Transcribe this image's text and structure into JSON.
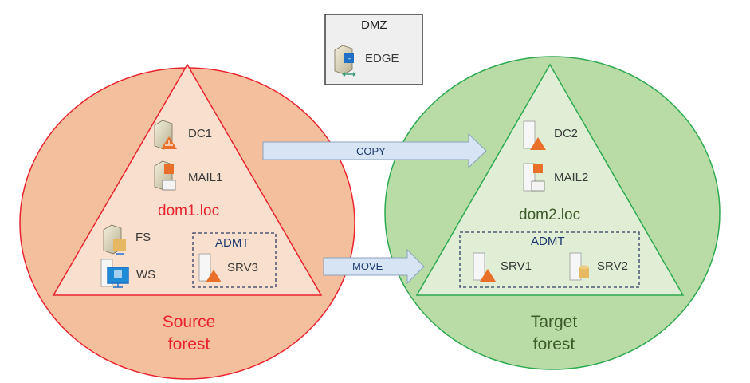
{
  "dmz": {
    "title": "DMZ",
    "server": {
      "label": "EDGE",
      "icon": "exchange-edge-server-icon"
    }
  },
  "source_forest": {
    "title_line1": "Source",
    "title_line2": "forest",
    "domain": "dom1.loc",
    "colors": {
      "circle_fill": "#f4bf9d",
      "triangle_fill": "#f9dfcd",
      "stroke": "#e8232e",
      "text": "#e8232e"
    },
    "servers": [
      {
        "label": "DC1",
        "icon": "domain-controller-icon"
      },
      {
        "label": "MAIL1",
        "icon": "exchange-mail-server-icon"
      },
      {
        "label": "FS",
        "icon": "file-server-icon"
      },
      {
        "label": "WS",
        "icon": "workstation-icon"
      }
    ],
    "admt_group": {
      "title": "ADMT",
      "servers": [
        {
          "label": "SRV3",
          "icon": "domain-controller-icon"
        }
      ]
    }
  },
  "target_forest": {
    "title_line1": "Target",
    "title_line2": "forest",
    "domain": "dom2.loc",
    "colors": {
      "circle_fill": "#b9dca6",
      "triangle_fill": "#dfeed5",
      "stroke": "#2daa50",
      "text": "#3d5a2a"
    },
    "servers": [
      {
        "label": "DC2",
        "icon": "domain-controller-icon"
      },
      {
        "label": "MAIL2",
        "icon": "exchange-mail-server-icon"
      }
    ],
    "admt_group": {
      "title": "ADMT",
      "servers": [
        {
          "label": "SRV1",
          "icon": "domain-controller-icon"
        },
        {
          "label": "SRV2",
          "icon": "database-server-icon"
        }
      ]
    }
  },
  "arrows": [
    {
      "label": "COPY",
      "from": "source_forest",
      "to": "target_forest"
    },
    {
      "label": "MOVE",
      "from": "source_forest",
      "to": "target_forest"
    }
  ],
  "colors": {
    "arrow_fill": "#d6e4f3",
    "arrow_stroke": "#8aa2bf",
    "admt_text": "#1f3a6e",
    "admt_border": "#2f3f62"
  }
}
